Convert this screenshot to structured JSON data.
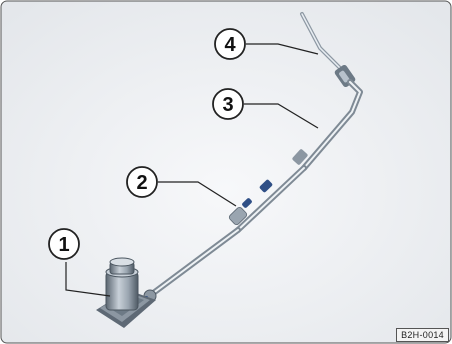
{
  "figure": {
    "callouts": [
      {
        "number": "1",
        "part": "jack"
      },
      {
        "number": "2",
        "part": "extension-rod"
      },
      {
        "number": "3",
        "part": "rod-section"
      },
      {
        "number": "4",
        "part": "crank-handle"
      }
    ],
    "reference_code": "B2H-0014",
    "colors": {
      "background": "#eef0f3",
      "metal_light": "#dfe5eb",
      "metal_dark": "#6d7a86",
      "accent_blue": "#2f4f86",
      "outline": "#333333"
    }
  }
}
